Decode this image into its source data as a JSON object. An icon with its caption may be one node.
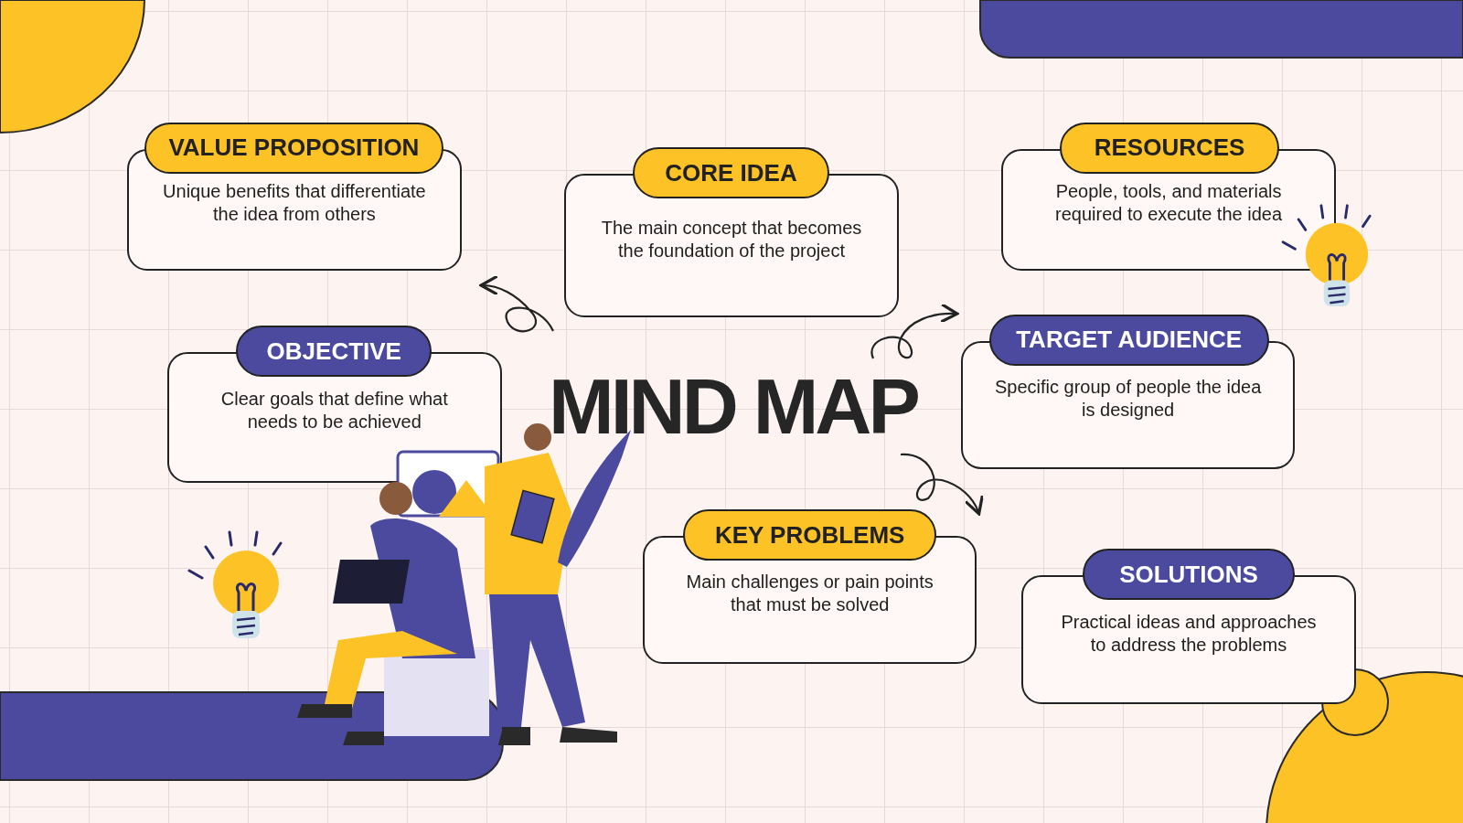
{
  "diagram": {
    "title": "MIND MAP",
    "nodes": [
      {
        "text": [
          "VALUE PROPOSITION",
          "Unique benefits that differentiate the idea from others"
        ]
      },
      {
        "text": [
          "CORE IDEA",
          "The main concept that becomes the foundation of the project"
        ]
      },
      {
        "text": [
          "RESOURCES",
          "People, tools, and materials required to execute the idea"
        ]
      },
      {
        "text": [
          "OBJECTIVE",
          "Clear goals that define what needs to be achieved"
        ]
      },
      {
        "text": [
          "TARGET AUDIENCE",
          "Specific group of people the idea is designed"
        ]
      },
      {
        "text": [
          "KEY PROBLEMS",
          "Main challenges or pain points that must be solved"
        ]
      },
      {
        "text": [
          "SOLUTIONS",
          "Practical ideas and approaches to address the problems"
        ]
      }
    ],
    "edges": []
  }
}
